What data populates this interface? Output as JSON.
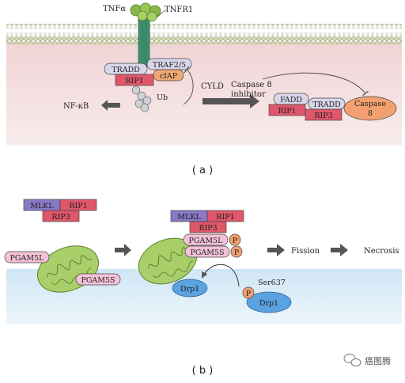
{
  "panel_a": {
    "label": "( a )",
    "tnf_alpha": "TNFα",
    "tnfr1": "TNFR1",
    "tradd": "TRADD",
    "traf25": "TRAF2/5",
    "ciap": "cIAP",
    "rip1": "RIP1",
    "ub": "Ub",
    "nfkb": "NF-κB",
    "cyld": "CYLD",
    "caspase_inhibitor_line1": "Caspase 8",
    "caspase_inhibitor_line2": "inhibitor",
    "fadd": "FADD",
    "tradd2": "TRADD",
    "rip1_b": "RIP1",
    "rip3": "RIP3",
    "caspase8_line1": "Caspase",
    "caspase8_line2": "8"
  },
  "panel_b": {
    "label": "( b )",
    "mlkl_left": "MLKL",
    "rip1_left": "RIP1",
    "rip3_left": "RIP3",
    "pgam5l_left": "PGAM5L",
    "pgam5s_left": "PGAM5S",
    "mlkl_right": "MLKL",
    "rip1_right": "RIP1",
    "rip3_right": "RIP3",
    "pgam5l_right": "PGAM5L",
    "pgam5s_right": "PGAM5S",
    "p1": "P",
    "p2": "P",
    "p3": "P",
    "drp1_a": "Drp1",
    "drp1_b": "Drp1",
    "ser637": "Ser637",
    "fission": "Fission",
    "necrosis": "Necrosis"
  },
  "watermark": "癌图腾",
  "colors": {
    "membrane_head": "#cfd6b0",
    "cytoplasm_a": "#f3dcdc",
    "cytoplasm_b": "#dcecf7",
    "tradd": "#d9d6ea",
    "rip1": "#e0576a",
    "ciap": "#f1a873",
    "caspase": "#f3a070",
    "mlkl": "#8a79c6",
    "pgam5": "#f4c2d8",
    "drp1": "#5aa3e0",
    "mito": "#a9cf6a",
    "ub": "#cfd2d4",
    "arrow": "#555555"
  }
}
